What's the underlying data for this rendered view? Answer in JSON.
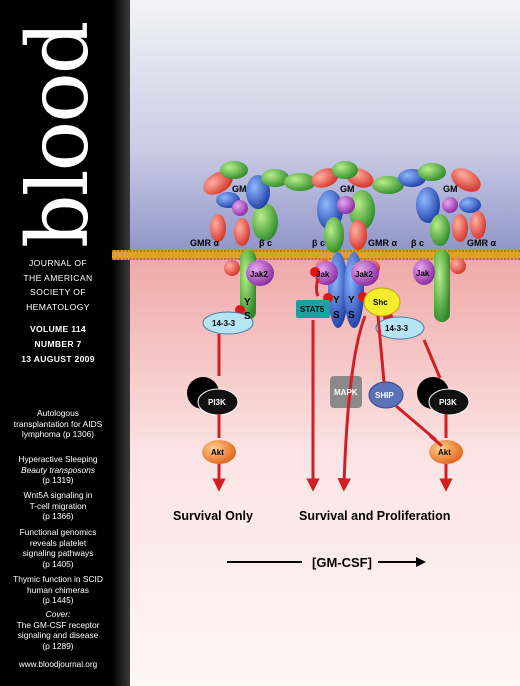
{
  "journal": {
    "title": "blood",
    "subtitle_lines": [
      "JOURNAL OF",
      "THE AMERICAN",
      "SOCIETY OF",
      "HEMATOLOGY"
    ],
    "volume": "VOLUME 114",
    "number": "NUMBER 7",
    "date": "13 AUGUST 2009",
    "url": "www.bloodjournal.org"
  },
  "toc": [
    {
      "lines": [
        "Autologous",
        "transplantation for AIDS",
        "lymphoma (p 1306)"
      ]
    },
    {
      "lines": [
        "Hyperactive Sleeping",
        "Beauty transposons",
        "(p 1319)"
      ]
    },
    {
      "lines": [
        "Wnt5A signaling in",
        "T-cell migration",
        "(p 1366)"
      ]
    },
    {
      "lines": [
        "Functional genomics",
        "reveals platelet",
        "signaling pathways",
        "(p 1405)"
      ]
    },
    {
      "lines": [
        "Thymic function in SCID",
        "human chimeras",
        "(p 1445)"
      ]
    },
    {
      "lines": [
        "Cover:",
        "The GM-CSF receptor",
        "signaling and disease",
        "(p 1289)"
      ]
    }
  ],
  "diagram": {
    "gm_label": "GM",
    "alpha_label": "GMR α",
    "beta_label": "β c",
    "jak2": "Jak2",
    "jak": "Jak",
    "y_label": "Y",
    "s_label": "S",
    "p1433": "14-3-3",
    "pi3k": "PI3K",
    "akt": "Akt",
    "stat5": "STAT5",
    "shc": "Shc",
    "mapk": "MAPK",
    "ship": "SHIP",
    "survival_only": "Survival Only",
    "survival_prolif": "Survival and Proliferation",
    "gmcsf": "[GM-CSF]"
  }
}
